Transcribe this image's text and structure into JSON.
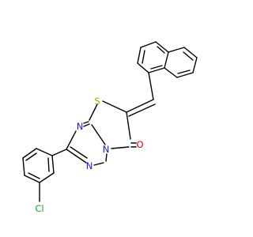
{
  "molecule": {
    "atoms": {
      "sulfur": {
        "label": "S",
        "color": "#b5a000"
      },
      "n_bridge": {
        "label": "N",
        "color": "#1515e0"
      },
      "n_ring_top": {
        "label": "N",
        "color": "#1515e0"
      },
      "n_ring_bottom": {
        "label": "N",
        "color": "#1515e0"
      },
      "carbonyl_oxygen": {
        "label": "O",
        "color": "#e00000"
      },
      "chlorine": {
        "label": "Cl",
        "color": "#1fa31f"
      }
    }
  }
}
